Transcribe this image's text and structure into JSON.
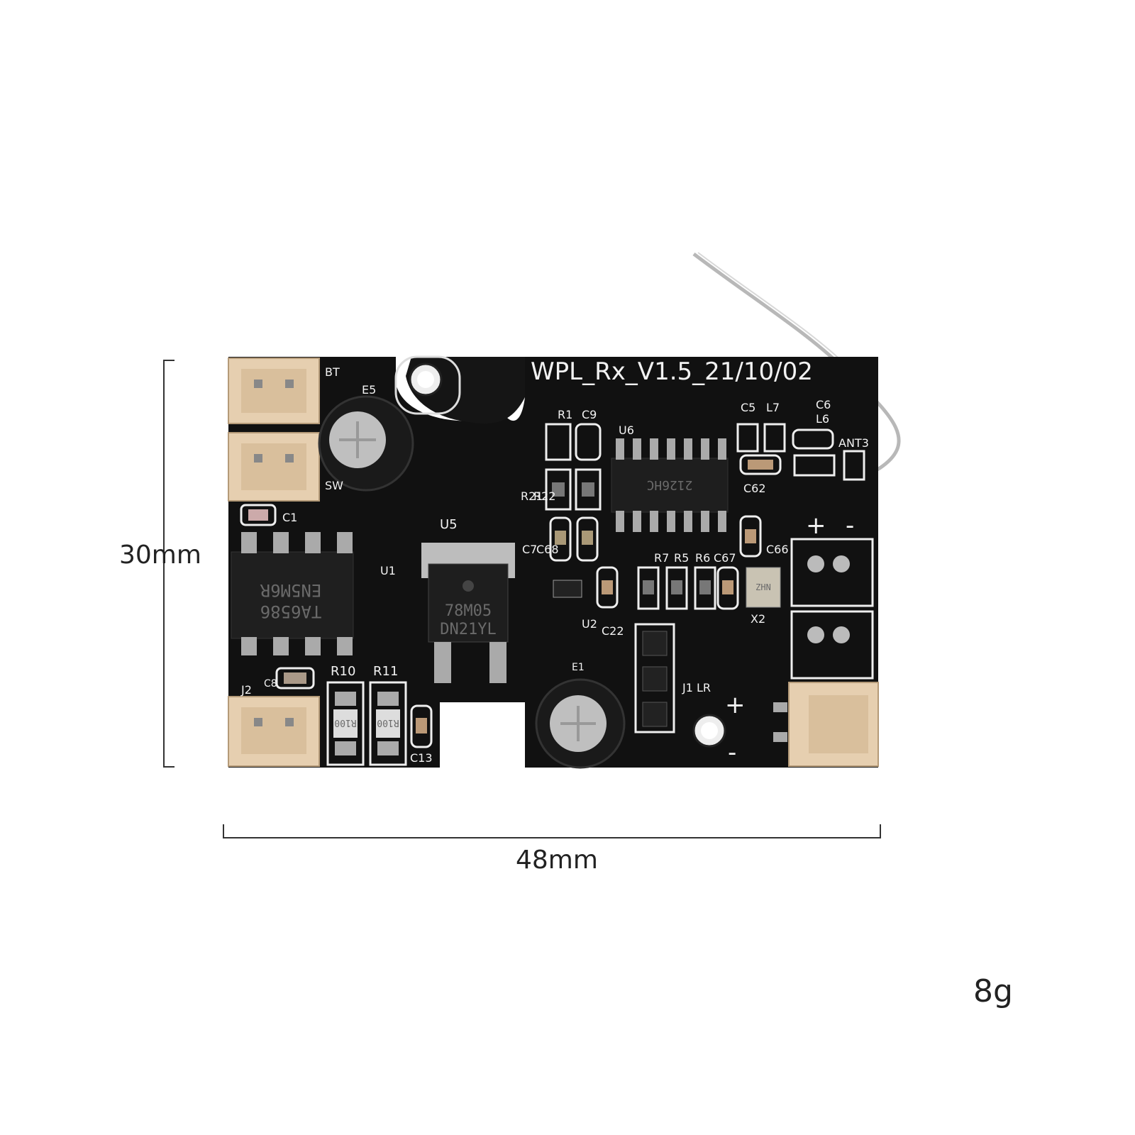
{
  "dimensions": {
    "height_label": "30mm",
    "width_label": "48mm"
  },
  "weight": {
    "label": "8g"
  },
  "board": {
    "title": "WPL_Rx_V1.5_21/10/02",
    "silkscreen": {
      "bt": "BT",
      "e5": "E5",
      "sw": "SW",
      "c1": "C1",
      "u1": "U1",
      "u5": "U5",
      "u6": "U6",
      "r1": "R1",
      "c9": "C9",
      "r21": "R21",
      "r22": "R22",
      "c7": "C7",
      "c68": "C68",
      "u2": "U2",
      "c22": "C22",
      "r7": "R7",
      "r5": "R5",
      "r6": "R6",
      "c67": "C67",
      "c66": "C66",
      "x2": "X2",
      "c62": "C62",
      "c5": "C5",
      "l7": "L7",
      "c6": "C6",
      "l6": "L6",
      "ant3": "ANT3",
      "plus1": "+",
      "minus1": "-",
      "plus2": "+",
      "minus2": "-",
      "j1": "J1 LR",
      "j2": "J2",
      "c8": "C8",
      "r10": "R10",
      "r11": "R11",
      "c13": "C13",
      "e1": "E1"
    },
    "chips": {
      "u1_line1": "EN5M6R",
      "u1_line2": "TA6586",
      "u5_line1": "78M05",
      "u5_line2": "DN21YL",
      "u6_line1": "2126HC",
      "r10_mark": "R100",
      "r11_mark": "R100",
      "x2_mark": "ZHN"
    }
  },
  "colors": {
    "pcb": "#111111",
    "connector": "#e6cfb0",
    "silk": "#f2f2f2"
  }
}
